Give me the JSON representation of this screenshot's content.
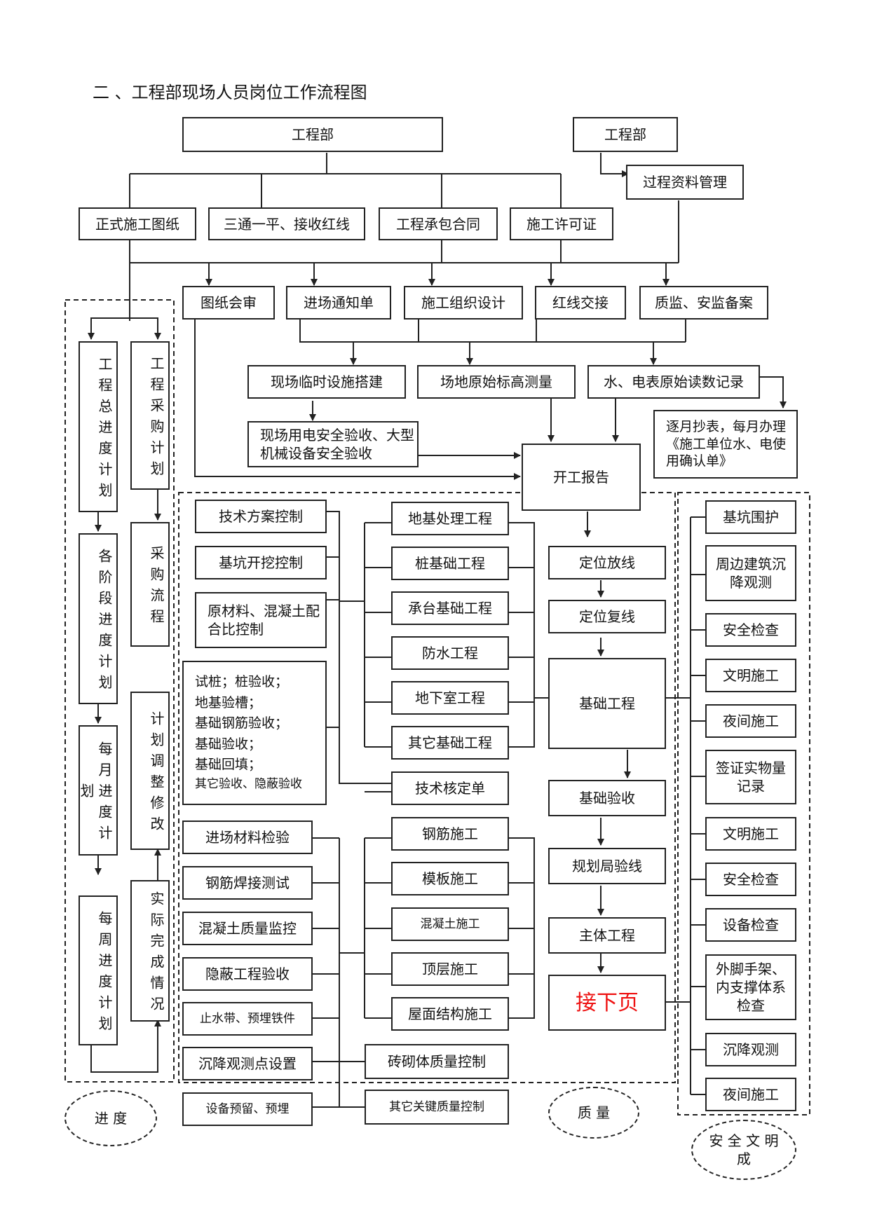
{
  "title": "二 、工程部现场人员岗位工作流程图",
  "top": {
    "dept_main": "工程部",
    "dept_right": "工程部",
    "process_docs": "过程资料管理",
    "drawings": "正式施工图纸",
    "utilities": "三通一平、接收红线",
    "contract": "工程承包合同",
    "permit": "施工许可证"
  },
  "row3": {
    "review": "图纸会审",
    "notice": "进场通知单",
    "org_design": "施工组织设计",
    "redline": "红线交接",
    "filing": "质监、安监备案"
  },
  "row4": {
    "temp": "现场临时设施搭建",
    "survey": "场地原始标高测量",
    "meter": "水、电表原始读数记录",
    "acceptance": "现场用电安全验收、大型机械设备安全验收",
    "monthly_meter": "逐月抄表，每月办理《施工单位水、电使用确认单》",
    "start_report": "开工报告"
  },
  "progress": {
    "total_plan": "工程总进度计划",
    "purchase_plan": "工程采购计划",
    "stage_plan": "各阶段进度计划",
    "purchase_flow": "采购流程",
    "monthly_plan": "每月进度计划",
    "adjust": "计划调整修改",
    "weekly_plan": "每周进度计划",
    "actual": "实际完成情况",
    "label": "进 度"
  },
  "quality": {
    "tech_plan": "技术方案控制",
    "excavation": "基坑开挖控制",
    "material_mix": "原材料、混凝土配合比控制",
    "tests": [
      "试桩；桩验收；",
      "地基验槽；",
      "基础钢筋验收；",
      "基础验收；",
      "基础回填；",
      "其它验收、隐蔽验收"
    ],
    "material_check": "进场材料检验",
    "welding": "钢筋焊接测试",
    "concrete_monitor": "混凝土质量监控",
    "concealed": "隐蔽工程验收",
    "waterstop": "止水带、预埋铁件",
    "settle_points": "沉降观测点设置",
    "equip_embed": "设备预留、预埋",
    "foundation_treat": "地基处理工程",
    "pile": "桩基础工程",
    "cap": "承台基础工程",
    "waterproof": "防水工程",
    "basement": "地下室工程",
    "other_found": "其它基础工程",
    "tech_sheet": "技术核定单",
    "rebar": "钢筋施工",
    "formwork": "模板施工",
    "concrete": "混凝土施工",
    "top_floor": "顶层施工",
    "roof": "屋面结构施工",
    "masonry": "砖砌体质量控制",
    "key_quality": "其它关键质量控制",
    "label": "质 量"
  },
  "main": {
    "positioning": "定位放线",
    "recheck": "定位复线",
    "foundation": "基础工程",
    "found_accept": "基础验收",
    "planning_check": "规划局验线",
    "main_structure": "主体工程",
    "next_page": "接下页"
  },
  "safety": {
    "pit": "基坑围护",
    "settle_nearby": "周边建筑沉降观测",
    "safety1": "安全检查",
    "civil1": "文明施工",
    "night1": "夜间施工",
    "visa": "签证实物量记录",
    "civil2": "文明施工",
    "safety2": "安全检查",
    "equip": "设备检查",
    "scaffold": "外脚手架、内支撑体系检查",
    "settle": "沉降观测",
    "night2": "夜间施工",
    "label": "安 全 文 明成"
  },
  "colors": {
    "line": "#222222",
    "accent_red": "#ee1111"
  }
}
